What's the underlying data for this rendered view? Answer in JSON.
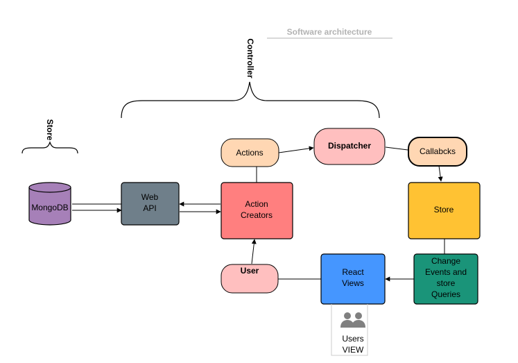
{
  "title": "Software architecture",
  "colors": {
    "title": "#b3b3b3",
    "edge": "#000000",
    "mongodb": "#a680b8",
    "web_api": "#6f7f8a",
    "action_creators": "#ff7f7f",
    "actions": "#ffd7b3",
    "dispatcher": "#ffbfbf",
    "callbacks": "#ffd7b3",
    "store": "#ffc233",
    "change_events": "#1a9479",
    "react_views": "#4596ff",
    "user": "#ffbfbf",
    "users_icon": "#808080"
  },
  "labels": {
    "controller": "Controller",
    "store_group": "Store",
    "mongodb": "MongoDB",
    "web_api_line1": "Web",
    "web_api_line2": "API",
    "action_creators_line1": "Action",
    "action_creators_line2": "Creators",
    "actions": "Actions",
    "dispatcher": "Dispatcher",
    "callbacks": "Callabcks",
    "store": "Store",
    "change_events_line1": "Change",
    "change_events_line2": "Events and",
    "change_events_line3": "store",
    "change_events_line4": "Queries",
    "react_views_line1": "React",
    "react_views_line2": "Views",
    "user": "User",
    "users_line1": "Users",
    "users_line2": "VIEW"
  },
  "icons": {
    "users": "users-group-icon"
  }
}
